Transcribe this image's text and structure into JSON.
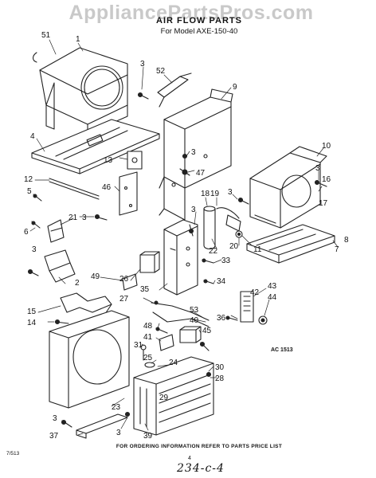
{
  "watermark": "AppliancePartsPros.com",
  "header": {
    "title": "AIR FLOW PARTS",
    "subtitle": "For Model AXE-150-40"
  },
  "diagram_code": "AC 1513",
  "footer_note": "FOR ORDERING INFORMATION REFER TO PARTS PRICE LIST",
  "edge_code": "7/513",
  "page_number": "4",
  "handwritten_note": "234-c-4",
  "callouts": {
    "c51": "51",
    "c1": "1",
    "c3a": "3",
    "c52": "52",
    "c9": "9",
    "c4": "4",
    "c3b": "3",
    "c13": "13",
    "c47": "47",
    "c10": "10",
    "c3c": "3",
    "c16": "16",
    "c12": "12",
    "c5": "5",
    "c46": "46",
    "c18": "18",
    "c19": "19",
    "c3d": "3",
    "c17": "17",
    "c21": "21",
    "c3e": "3",
    "c6": "6",
    "c3f": "3",
    "c20": "20",
    "c11": "11",
    "c22": "22",
    "c3g": "3",
    "c33": "33",
    "c7": "7",
    "c2": "2",
    "c49": "49",
    "c26": "26",
    "c34": "34",
    "c43": "43",
    "c35": "35",
    "c27": "27",
    "c44": "44",
    "c15": "15",
    "c53": "53",
    "c36": "36",
    "c14": "14",
    "c40": "40",
    "c48": "48",
    "c45": "45",
    "c41": "41",
    "c31": "31",
    "c25": "25",
    "c24": "24",
    "c30": "30",
    "c28": "28",
    "c23": "23",
    "c3h": "3",
    "c37": "37",
    "c3i": "3",
    "c39": "39",
    "c42": "42",
    "c8": "8",
    "c29": "29"
  }
}
